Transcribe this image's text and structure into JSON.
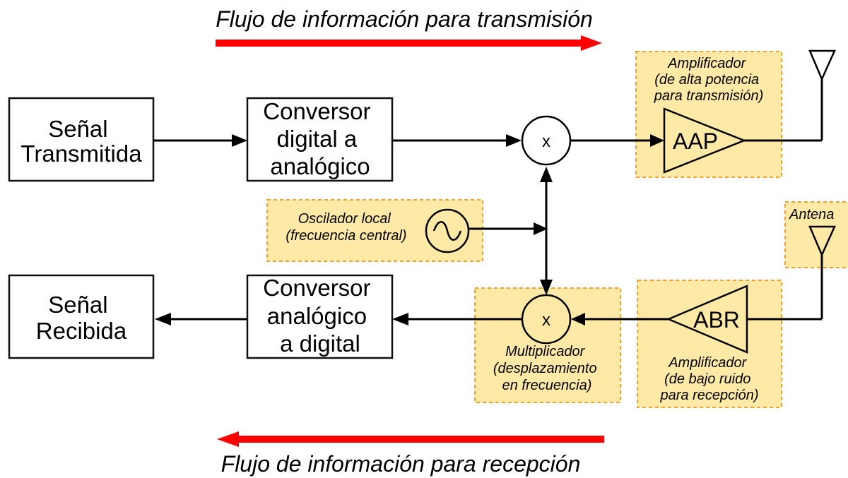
{
  "flows": {
    "transmit": "Flujo de información para transmisión",
    "receive": "Flujo de información para recepción"
  },
  "blocks": {
    "tx_signal": [
      "Señal",
      "Transmitida"
    ],
    "dac": [
      "Conversor",
      "digital a",
      "analógico"
    ],
    "rx_signal": [
      "Señal",
      "Recibida"
    ],
    "adc": [
      "Conversor",
      "analógico",
      "a digital"
    ]
  },
  "amplifiers": {
    "tx": {
      "label": "AAP",
      "caption": [
        "Amplificador",
        "(de alta potencia",
        "para transmisión)"
      ]
    },
    "rx": {
      "label": "ABR",
      "caption": [
        "Amplificador",
        "(de bajo ruido",
        "para recepción)"
      ]
    }
  },
  "mixers": {
    "symbol": "x",
    "rx_caption": [
      "Multiplicador",
      "(desplazamiento",
      "en frecuencia)"
    ]
  },
  "oscillator": {
    "caption": [
      "Oscilador local",
      "(frecuencia central)"
    ],
    "symbol": "~"
  },
  "antenna": {
    "label": "Antena"
  },
  "colors": {
    "flow_arrow": "#ff0000",
    "highlight_fill": "#ffe9a6",
    "highlight_border": "#f0a030",
    "line": "#000000"
  }
}
